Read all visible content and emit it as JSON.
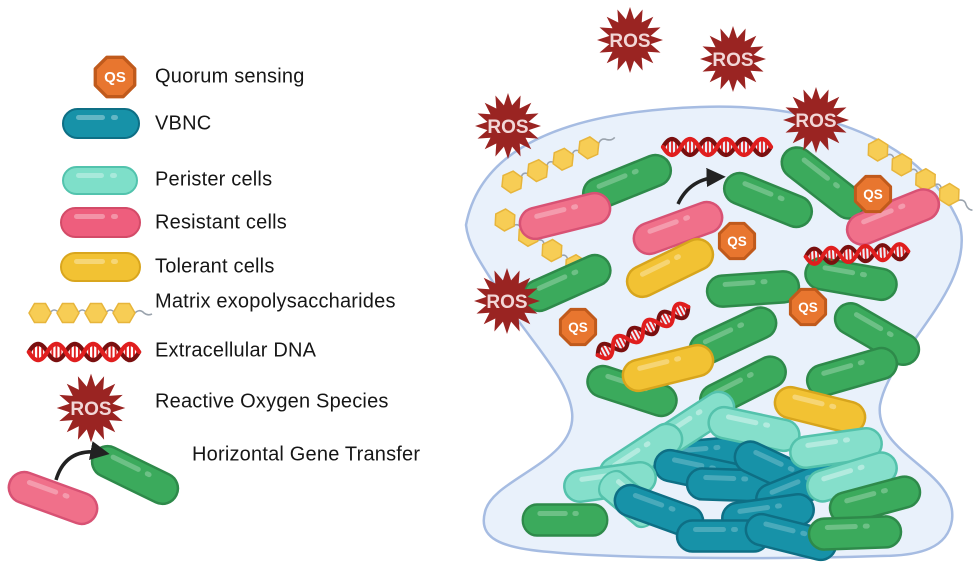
{
  "figure": {
    "legend": {
      "items": [
        {
          "label": "Quorum sensing"
        },
        {
          "label": "VBNC"
        },
        {
          "label": "Perister cells"
        },
        {
          "label": "Resistant cells"
        },
        {
          "label": "Tolerant cells"
        },
        {
          "label": "Matrix exopolysaccharides"
        },
        {
          "label": "Extracellular DNA"
        },
        {
          "label": "Reactive Oxygen Species"
        },
        {
          "label": "Horizontal Gene Transfer"
        }
      ]
    },
    "badges": {
      "qs": "QS",
      "ros": "ROS"
    },
    "colors": {
      "green_cell": "#3BAA5C",
      "resistant_pink": "#F0708A",
      "tolerant_yellow": "#F2C233",
      "vbnc_teal": "#1792A8",
      "persister_teal": "#85DFCB",
      "ros_red": "#9A2422",
      "qs_orange": "#E8762F",
      "bead_yellow": "#F7CD55",
      "dna_red": "#E01E1E",
      "dna_dark": "#7A0F0F",
      "biofilm_fill": "#E9F1FB",
      "biofilm_outline": "#A6BCE2"
    }
  }
}
